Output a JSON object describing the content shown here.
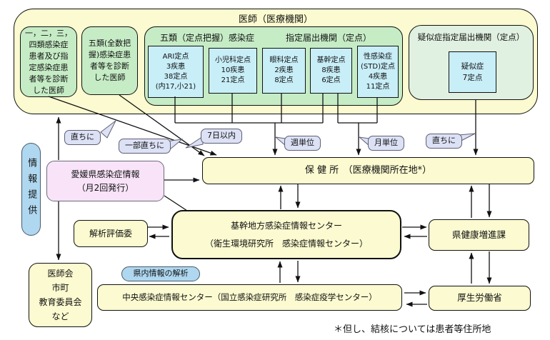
{
  "colors": {
    "bg": "#ffffff",
    "box-yellow": "#FBFAD0",
    "box-green": "#C6ECC6",
    "box-green-pale": "#E1F1E1",
    "box-cyan": "#C8EEF8",
    "balloon": "#DCE1F5",
    "box-pink": "#F8E3F8",
    "box-blue": "#AFD7F0",
    "line": "#1a1a1a"
  },
  "physicians": {
    "title": "医師（医療機関）",
    "class1_4": "一，二，三，\n四類感染症\n患者及び指\n定感染症患\n者等を診断\nした医師",
    "class5_all": "五類(全数把\n握)感染症患\n者等を診断\nした医師",
    "sentinel_group": {
      "title_left": "五類（定点把握）感染症",
      "title_right": "指定届出機関（定点）",
      "sentinels": [
        {
          "label": "ARI定点\n3疾患\n38定点\n(内17,小21)"
        },
        {
          "label": "小児科定点\n10疾患\n21定点"
        },
        {
          "label": "眼科定点\n2疾患\n8定点"
        },
        {
          "label": "基幹定点\n8疾患\n6定点"
        },
        {
          "label": "性感染症\n(STD)定点\n4疾患\n11定点"
        }
      ]
    },
    "suspected_group": {
      "title": "疑似症指定届出機関（定点）",
      "sentinel": "疑似症\n7定点"
    }
  },
  "timing": {
    "immediately": "直ちに",
    "partial_immediately": "一部直ちに",
    "within_7days": "7日以内",
    "weekly": "週単位",
    "monthly": "月単位",
    "immediately2": "直ちに"
  },
  "info_provision": "情報提供",
  "health_center": "保 健 所　（医療機関所在地*）",
  "bulletin": "愛媛県感染症情報\n（月2回発行）",
  "analysis_committee": "解析評価委",
  "prefectural_center": "基幹地方感染症情報センター\n（衛生環境研究所　感染症情報センター）",
  "health_promotion_division": "県健康増進課",
  "analysis_badge": "県内情報の解析",
  "local_organizations": "医師会\n市町\n教育委員会\nなど",
  "national_center": "中央感染症情報センター（国立感染症研究所　感染症疫学センター）",
  "ministry": "厚生労働省",
  "footnote": "＊但し、結核については患者等住所地"
}
